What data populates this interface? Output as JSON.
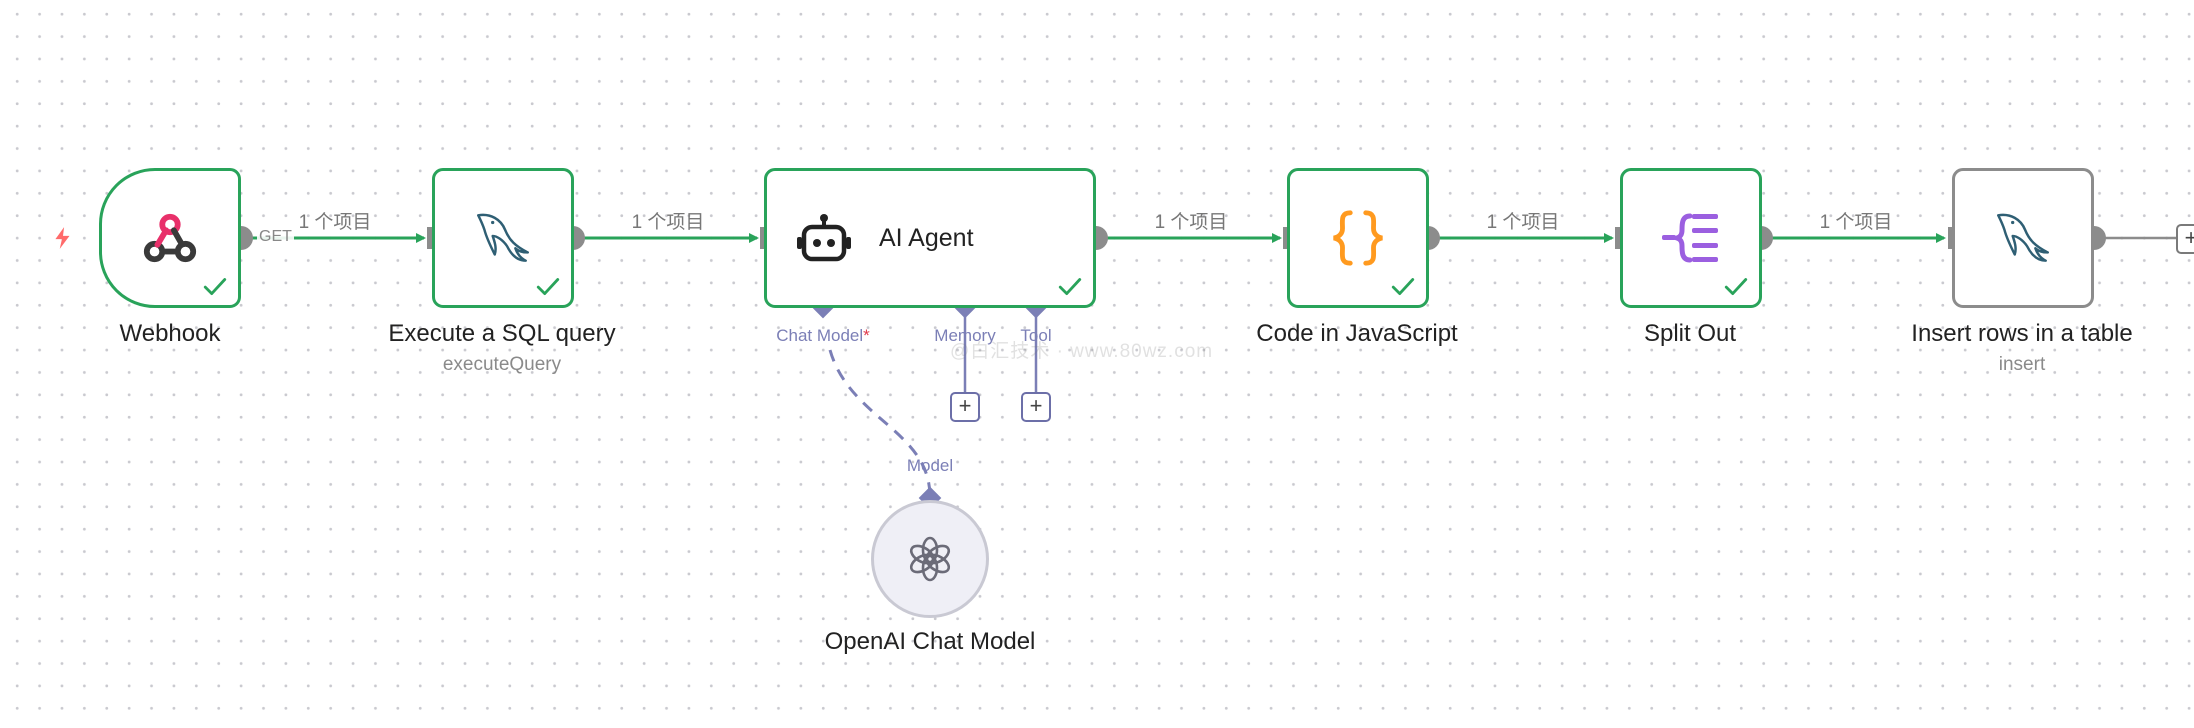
{
  "colors": {
    "success": "#29a35a",
    "port_grey": "#8c8c8c",
    "ai_port": "#7b7fb6",
    "required": "#e0394a"
  },
  "nodes": {
    "webhook": {
      "name": "Webhook",
      "icon": "webhook-icon",
      "status": "success"
    },
    "sql": {
      "name": "Execute a SQL query",
      "subtitle": "executeQuery",
      "icon": "mysql-dolphin-icon",
      "status": "success"
    },
    "agent": {
      "name": "AI Agent",
      "icon": "robot-icon",
      "status": "success"
    },
    "code": {
      "name": "Code in JavaScript",
      "icon": "code-braces-icon",
      "status": "success"
    },
    "split": {
      "name": "Split Out",
      "icon": "split-out-icon",
      "status": "success"
    },
    "insert": {
      "name": "Insert rows in a table",
      "subtitle": "insert",
      "icon": "mysql-dolphin-icon",
      "status": "idle"
    },
    "openai": {
      "name": "OpenAI Chat Model",
      "icon": "openai-icon"
    }
  },
  "edges": {
    "webhook_method": "GET",
    "items_label": "1 个项目"
  },
  "agent_ports": {
    "chat_model": "Chat Model",
    "chat_model_required": "*",
    "memory": "Memory",
    "tool": "Tool",
    "model_input": "Model"
  },
  "buttons": {
    "add": "+"
  },
  "watermark": "@白汇技术 · www.80wz.com"
}
